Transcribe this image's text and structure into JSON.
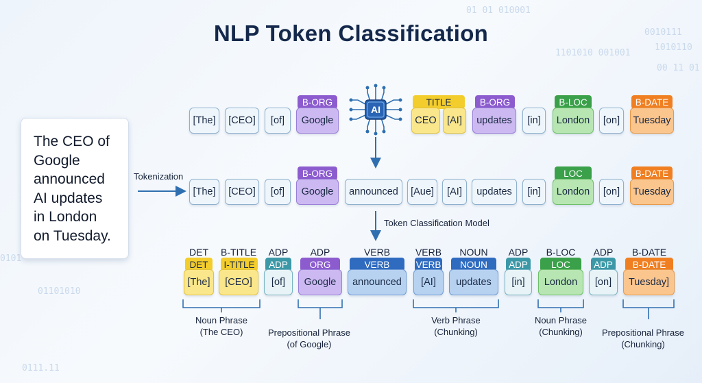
{
  "title": "NLP Token Classification",
  "sentence": [
    "The CEO of",
    "Google",
    "announced",
    "AI updates",
    "in London",
    "on Tuesday."
  ],
  "row1": {
    "tokens": [
      "[The]",
      "[CEO]",
      "[of]",
      "Google",
      "CEO",
      "[AI]",
      "updates",
      "[in]",
      "London",
      "[on]",
      "Tuesday"
    ],
    "tags": [
      "B-ORG",
      "TITLE",
      "B-ORG",
      "B-LOC",
      "B-DATE"
    ],
    "chip_label": "AI"
  },
  "flow": {
    "tokenization": "Tokenization",
    "model": "Token Classification Model"
  },
  "row2": {
    "tokens": [
      "[The]",
      "[CEO]",
      "[of]",
      "Google",
      "announced",
      "[Aue]",
      "[AI]",
      "updates",
      "[in]",
      "London",
      "[on]",
      "Tuesday"
    ],
    "tags": [
      "B-ORG",
      "LOC",
      "B-DATE"
    ]
  },
  "row3": {
    "pos": [
      "DET",
      "B-TITLE",
      "ADP",
      "ADP",
      "VERB",
      "VERB",
      "NOUN",
      "ADP",
      "B-LOC",
      "ADP",
      "B-DATE"
    ],
    "tags": [
      "DET",
      "I-TITLE",
      "ADP",
      "ORG",
      "VERB",
      "VERB",
      "NOUN",
      "ADP",
      "LOC",
      "ADP",
      "B-DATE"
    ],
    "tokens": [
      "[The]",
      "[CEO]",
      "[of]",
      "Google",
      "announced",
      "[AI]",
      "updates",
      "[in]",
      "London",
      "[on]",
      "Tuesday]"
    ]
  },
  "phrases": [
    [
      "Noun Phrase",
      "(The CEO)"
    ],
    [
      "Prepositional Phrase",
      "(of Google)"
    ],
    [
      "Verb Phrase",
      "(Chunking)"
    ],
    [
      "Noun Phrase",
      "(Chunking)"
    ],
    [
      "Prepositional Phrase",
      "(Chunking)"
    ]
  ],
  "background_bits": [
    "01 01 010001",
    "1101010 001001",
    "0010111",
    "1010110",
    "00 11 01",
    "0101",
    "01101010",
    "0111.11"
  ],
  "colors": {
    "purple": "#8c5ccf",
    "green": "#3aa04a",
    "orange": "#f07f22",
    "yellow": "#f3cd2c",
    "blue": "#2f6bbf",
    "teal": "#3c98a7",
    "arrow": "#2f6fb0"
  }
}
